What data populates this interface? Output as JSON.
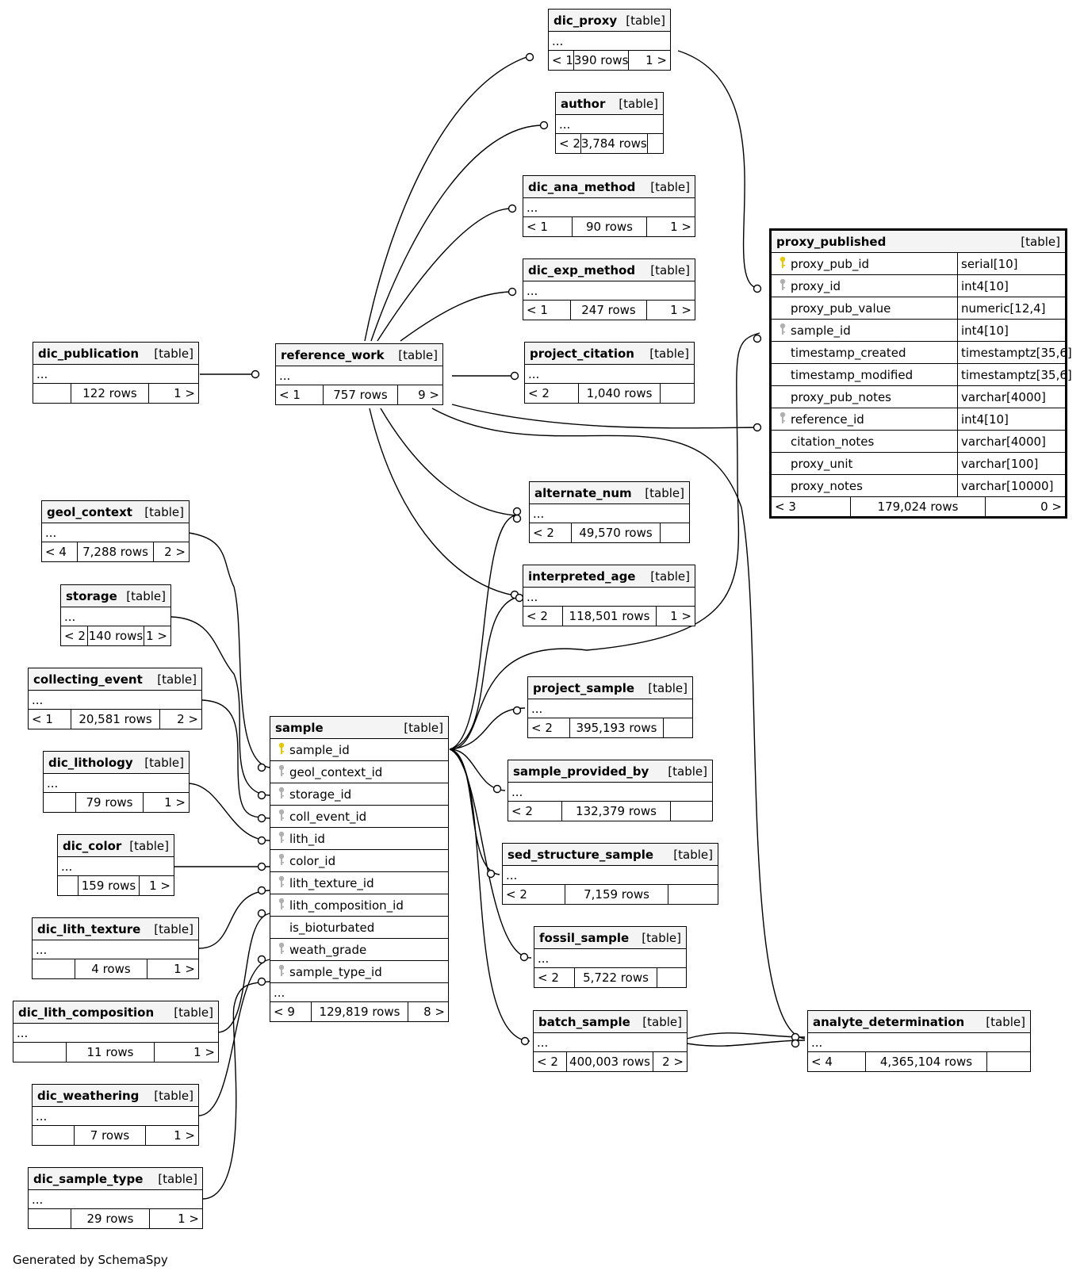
{
  "tables": [
    {
      "id": "dic_proxy",
      "name": "dic_proxy",
      "tag": "[table]",
      "ellipsis": "...",
      "footer": [
        "< 1",
        "390 rows",
        "1 >"
      ]
    },
    {
      "id": "author",
      "name": "author",
      "tag": "[table]",
      "ellipsis": "...",
      "footer": [
        "< 2",
        "3,784 rows",
        ""
      ]
    },
    {
      "id": "dic_ana_method",
      "name": "dic_ana_method",
      "tag": "[table]",
      "ellipsis": "...",
      "footer": [
        "< 1",
        "90 rows",
        "1 >"
      ]
    },
    {
      "id": "dic_exp_method",
      "name": "dic_exp_method",
      "tag": "[table]",
      "ellipsis": "...",
      "footer": [
        "< 1",
        "247 rows",
        "1 >"
      ]
    },
    {
      "id": "project_citation",
      "name": "project_citation",
      "tag": "[table]",
      "ellipsis": "...",
      "footer": [
        "< 2",
        "1,040 rows",
        ""
      ]
    },
    {
      "id": "dic_publication",
      "name": "dic_publication",
      "tag": "[table]",
      "ellipsis": "...",
      "footer": [
        "",
        "122 rows",
        "1 >"
      ]
    },
    {
      "id": "reference_work",
      "name": "reference_work",
      "tag": "[table]",
      "ellipsis": "...",
      "footer": [
        "< 1",
        "757 rows",
        "9 >"
      ]
    },
    {
      "id": "alternate_num",
      "name": "alternate_num",
      "tag": "[table]",
      "ellipsis": "...",
      "footer": [
        "< 2",
        "49,570 rows",
        ""
      ]
    },
    {
      "id": "interpreted_age",
      "name": "interpreted_age",
      "tag": "[table]",
      "ellipsis": "...",
      "footer": [
        "< 2",
        "118,501 rows",
        "1 >"
      ]
    },
    {
      "id": "geol_context",
      "name": "geol_context",
      "tag": "[table]",
      "ellipsis": "...",
      "footer": [
        "< 4",
        "7,288 rows",
        "2 >"
      ]
    },
    {
      "id": "storage",
      "name": "storage",
      "tag": "[table]",
      "ellipsis": "...",
      "footer": [
        "< 2",
        "140 rows",
        "1 >"
      ]
    },
    {
      "id": "collecting_event",
      "name": "collecting_event",
      "tag": "[table]",
      "ellipsis": "...",
      "footer": [
        "< 1",
        "20,581 rows",
        "2 >"
      ]
    },
    {
      "id": "project_sample",
      "name": "project_sample",
      "tag": "[table]",
      "ellipsis": "...",
      "footer": [
        "< 2",
        "395,193 rows",
        ""
      ]
    },
    {
      "id": "dic_lithology",
      "name": "dic_lithology",
      "tag": "[table]",
      "ellipsis": "...",
      "footer": [
        "",
        "79 rows",
        "1 >"
      ]
    },
    {
      "id": "sample_provided_by",
      "name": "sample_provided_by",
      "tag": "[table]",
      "ellipsis": "...",
      "footer": [
        "< 2",
        "132,379 rows",
        ""
      ]
    },
    {
      "id": "dic_color",
      "name": "dic_color",
      "tag": "[table]",
      "ellipsis": "...",
      "footer": [
        "",
        "159 rows",
        "1 >"
      ]
    },
    {
      "id": "sed_structure_sample",
      "name": "sed_structure_sample",
      "tag": "[table]",
      "ellipsis": "...",
      "footer": [
        "< 2",
        "7,159 rows",
        ""
      ]
    },
    {
      "id": "dic_lith_texture",
      "name": "dic_lith_texture",
      "tag": "[table]",
      "ellipsis": "...",
      "footer": [
        "",
        "4 rows",
        "1 >"
      ]
    },
    {
      "id": "fossil_sample",
      "name": "fossil_sample",
      "tag": "[table]",
      "ellipsis": "...",
      "footer": [
        "< 2",
        "5,722 rows",
        ""
      ]
    },
    {
      "id": "dic_lith_composition",
      "name": "dic_lith_composition",
      "tag": "[table]",
      "ellipsis": "...",
      "footer": [
        "",
        "11 rows",
        "1 >"
      ]
    },
    {
      "id": "batch_sample",
      "name": "batch_sample",
      "tag": "[table]",
      "ellipsis": "...",
      "footer": [
        "< 2",
        "400,003 rows",
        "2 >"
      ]
    },
    {
      "id": "analyte_determination",
      "name": "analyte_determination",
      "tag": "[table]",
      "ellipsis": "...",
      "footer": [
        "< 4",
        "4,365,104 rows",
        ""
      ]
    },
    {
      "id": "dic_weathering",
      "name": "dic_weathering",
      "tag": "[table]",
      "ellipsis": "...",
      "footer": [
        "",
        "7 rows",
        "1 >"
      ]
    },
    {
      "id": "dic_sample_type",
      "name": "dic_sample_type",
      "tag": "[table]",
      "ellipsis": "...",
      "footer": [
        "",
        "29 rows",
        "1 >"
      ]
    }
  ],
  "sample": {
    "name": "sample",
    "tag": "[table]",
    "columns": [
      {
        "name": "sample_id",
        "key": "pk"
      },
      {
        "name": "geol_context_id",
        "key": "fk"
      },
      {
        "name": "storage_id",
        "key": "fk"
      },
      {
        "name": "coll_event_id",
        "key": "fk"
      },
      {
        "name": "lith_id",
        "key": "fk"
      },
      {
        "name": "color_id",
        "key": "fk"
      },
      {
        "name": "lith_texture_id",
        "key": "fk"
      },
      {
        "name": "lith_composition_id",
        "key": "fk"
      },
      {
        "name": "is_bioturbated",
        "key": ""
      },
      {
        "name": "weath_grade",
        "key": "fk"
      },
      {
        "name": "sample_type_id",
        "key": "fk"
      }
    ],
    "ellipsis": "...",
    "footer": [
      "< 9",
      "129,819 rows",
      "8 >"
    ]
  },
  "proxy_published": {
    "name": "proxy_published",
    "tag": "[table]",
    "columns": [
      {
        "name": "proxy_pub_id",
        "type": "serial[10]",
        "key": "pk"
      },
      {
        "name": "proxy_id",
        "type": "int4[10]",
        "key": "fk"
      },
      {
        "name": "proxy_pub_value",
        "type": "numeric[12,4]",
        "key": ""
      },
      {
        "name": "sample_id",
        "type": "int4[10]",
        "key": "fk"
      },
      {
        "name": "timestamp_created",
        "type": "timestamptz[35,6]",
        "key": ""
      },
      {
        "name": "timestamp_modified",
        "type": "timestamptz[35,6]",
        "key": ""
      },
      {
        "name": "proxy_pub_notes",
        "type": "varchar[4000]",
        "key": ""
      },
      {
        "name": "reference_id",
        "type": "int4[10]",
        "key": "fk"
      },
      {
        "name": "citation_notes",
        "type": "varchar[4000]",
        "key": ""
      },
      {
        "name": "proxy_unit",
        "type": "varchar[100]",
        "key": ""
      },
      {
        "name": "proxy_notes",
        "type": "varchar[10000]",
        "key": ""
      }
    ],
    "footer": [
      "< 3",
      "179,024 rows",
      "0 >"
    ]
  },
  "credit": "Generated by SchemaSpy",
  "icons": {
    "primary_key": "key-icon",
    "foreign_key": "key-icon"
  },
  "colors": {
    "primary_key": "#e6c800",
    "foreign_key": "#b0b0b0",
    "header_bg": "#f4f4f4"
  }
}
